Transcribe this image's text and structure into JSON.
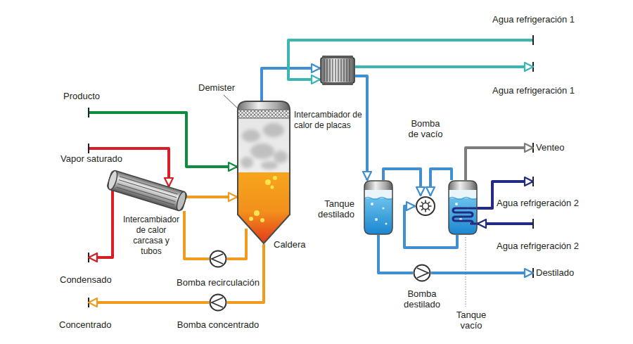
{
  "diagram": {
    "nodes": [
      {
        "text": [
          "Producto"
        ]
      },
      {
        "text": [
          "Vapor saturado"
        ]
      },
      {
        "text": [
          "Intercambiador de calor carcasa y tubos"
        ]
      },
      {
        "text": [
          "Caldera"
        ]
      },
      {
        "text": [
          "Condensado"
        ]
      },
      {
        "text": [
          "Bomba recirculación"
        ]
      },
      {
        "text": [
          "Bomba concentrado"
        ]
      },
      {
        "text": [
          "Concentrado"
        ]
      },
      {
        "text": [
          "Intercambiador de calor de placas"
        ]
      },
      {
        "text": [
          "Agua refrigeración 1"
        ]
      },
      {
        "text": [
          "Agua refrigeración 1"
        ]
      },
      {
        "text": [
          "Tanque destilado"
        ]
      },
      {
        "text": [
          "Bomba de vacío"
        ]
      },
      {
        "text": [
          "Tanque vacío"
        ]
      },
      {
        "text": [
          "Venteo"
        ]
      },
      {
        "text": [
          "Agua refrigeración 2"
        ]
      },
      {
        "text": [
          "Agua refrigeración 2"
        ]
      },
      {
        "text": [
          "Bomba destilado"
        ]
      },
      {
        "text": [
          "Destilado"
        ]
      }
    ],
    "edges": [
      {
        "from": 0,
        "to": 3,
        "arrow": "to"
      },
      {
        "from": 1,
        "to": 2,
        "arrow": "to"
      },
      {
        "from": 2,
        "to": 4,
        "arrow": "to"
      },
      {
        "from": 2,
        "to": 3,
        "arrow": "to"
      },
      {
        "from": 3,
        "to": 5,
        "arrow": "none"
      },
      {
        "from": 5,
        "to": 2,
        "arrow": "none"
      },
      {
        "from": 3,
        "to": 6,
        "arrow": "none"
      },
      {
        "from": 6,
        "to": 7,
        "arrow": "to"
      },
      {
        "from": 3,
        "to": 8,
        "arrow": "to"
      },
      {
        "from": 9,
        "to": 8,
        "arrow": "to"
      },
      {
        "from": 8,
        "to": 10,
        "arrow": "to"
      },
      {
        "from": 8,
        "to": 11,
        "arrow": "to"
      },
      {
        "from": 11,
        "to": 12,
        "arrow": "to"
      },
      {
        "from": 13,
        "to": 12,
        "arrow": "to"
      },
      {
        "from": 13,
        "to": 12,
        "arrow": "to"
      },
      {
        "from": 13,
        "to": 14,
        "arrow": "to"
      },
      {
        "from": 13,
        "to": 15,
        "arrow": "to"
      },
      {
        "from": 16,
        "to": 13,
        "arrow": "to"
      },
      {
        "from": 11,
        "to": 17,
        "arrow": "none"
      },
      {
        "from": 17,
        "to": 18,
        "arrow": "to"
      }
    ],
    "labels": [
      "Demister"
    ]
  }
}
